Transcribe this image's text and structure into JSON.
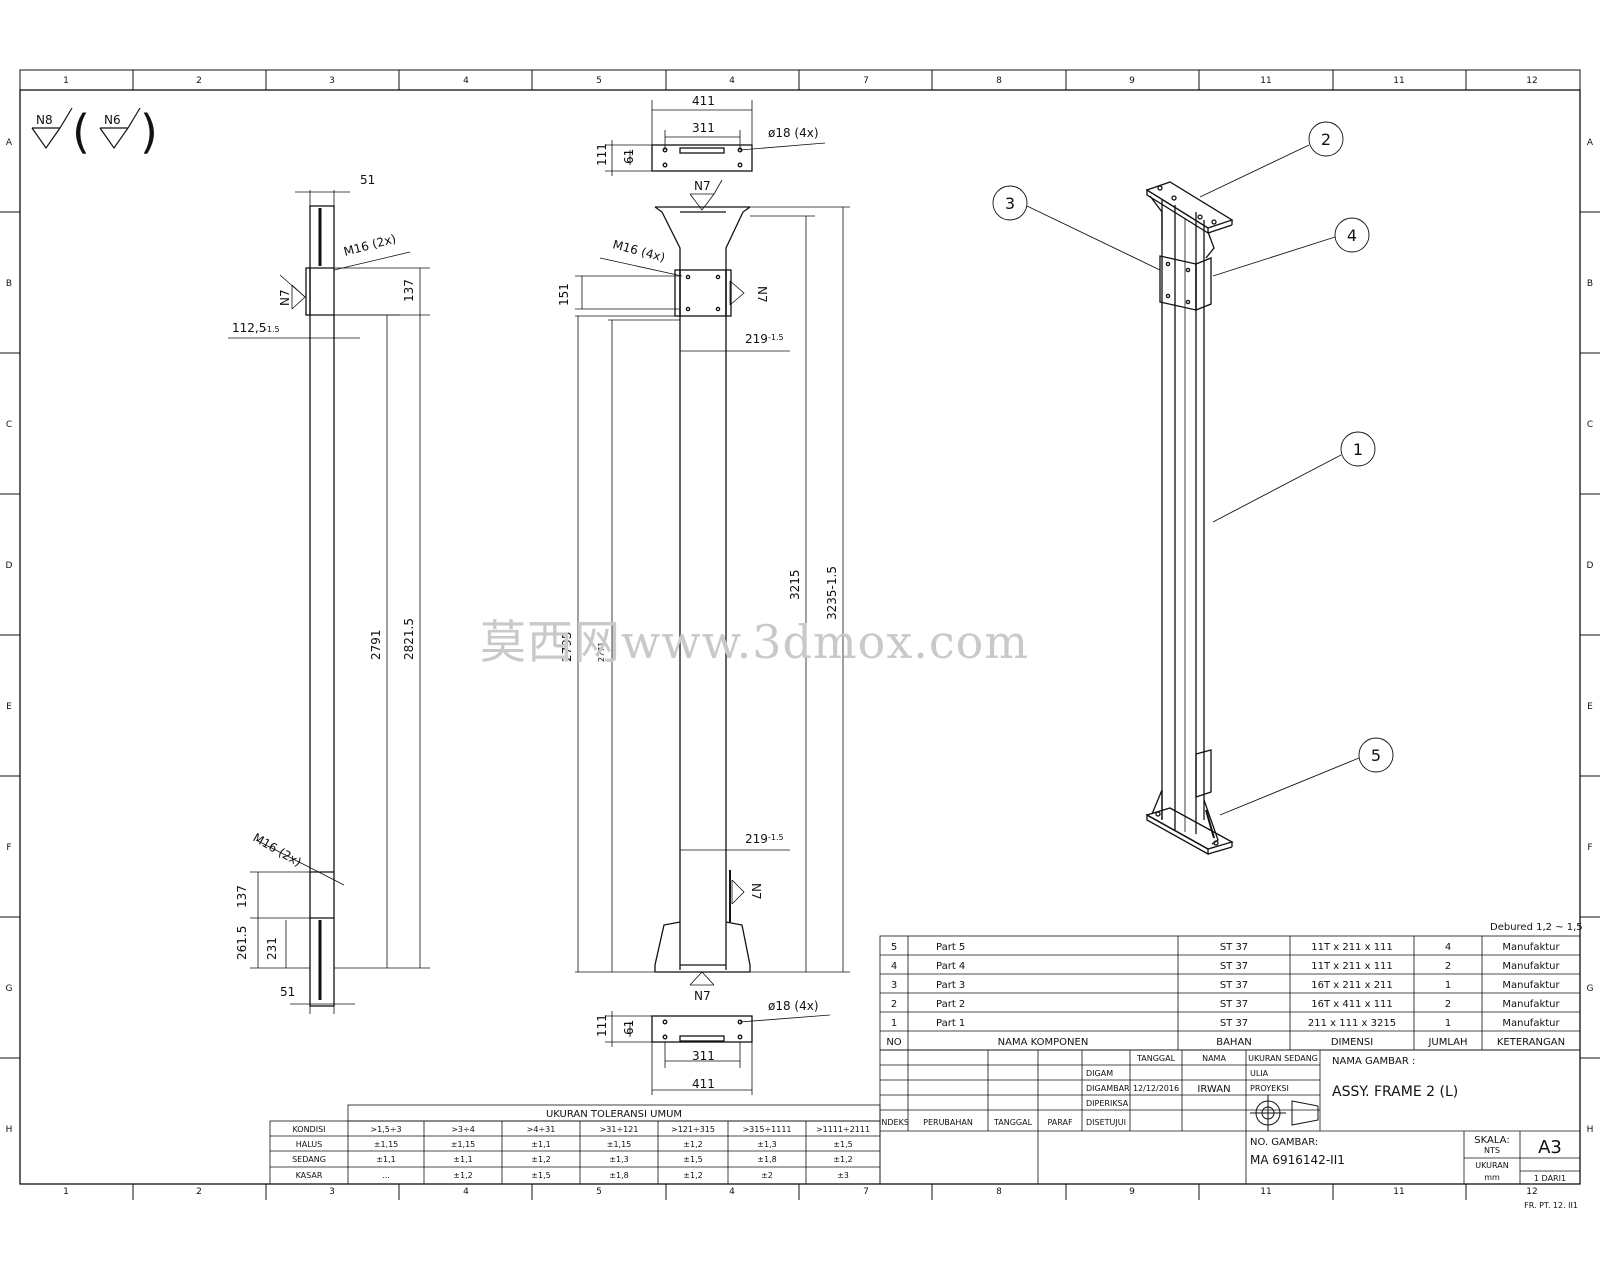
{
  "zones_top": [
    "1",
    "2",
    "3",
    "4",
    "5",
    "4",
    "7",
    "8",
    "9",
    "11",
    "11",
    "12"
  ],
  "zones_bottom": [
    "1",
    "2",
    "3",
    "4",
    "5",
    "4",
    "7",
    "8",
    "9",
    "11",
    "11",
    "12"
  ],
  "zones_side": [
    "A",
    "B",
    "C",
    "D",
    "E",
    "F",
    "G",
    "H"
  ],
  "surface": {
    "primary": "N8",
    "secondary": "N6",
    "n7": "N7"
  },
  "left_view": {
    "width_top": "51",
    "thread_top": "M16 (2x)",
    "h_137_top": "137",
    "offset": "112,5",
    "offset_tol": "-1.5",
    "h_2791": "2791",
    "h_2821": "2821.5",
    "thread_bottom": "M16 (2x)",
    "h_137_bottom": "137",
    "h_261": "261.5",
    "h_231": "231",
    "width_bottom": "51"
  },
  "front_view": {
    "top_411": "411",
    "top_311": "311",
    "top_111": "111",
    "top_61": "61",
    "hole_top": "ø18 (4x)",
    "thread": "M16 (4x)",
    "h_151": "151",
    "w_219_top": "219",
    "w_219_bottom": "219",
    "tol": "-1.5",
    "h_3215": "3215",
    "h_3235": "3235-1.5",
    "h_2795": "2795",
    "h_2771": "2771",
    "hole_bottom": "ø18 (4x)",
    "bot_111": "111",
    "bot_61": "61",
    "bot_311": "311",
    "bot_411": "411"
  },
  "iso_callouts": [
    "1",
    "2",
    "3",
    "4",
    "5"
  ],
  "watermark": "莫西网www.3dmox.com",
  "deburred": "Debured 1,2 ~ 1,5",
  "bom": {
    "rows": [
      {
        "no": "5",
        "name": "Part 5",
        "material": "ST 37",
        "dim": "11T x 211 x 111",
        "qty": "4",
        "note": "Manufaktur"
      },
      {
        "no": "4",
        "name": "Part 4",
        "material": "ST 37",
        "dim": "11T x 211 x 111",
        "qty": "2",
        "note": "Manufaktur"
      },
      {
        "no": "3",
        "name": "Part 3",
        "material": "ST 37",
        "dim": "16T x 211 x 211",
        "qty": "1",
        "note": "Manufaktur"
      },
      {
        "no": "2",
        "name": "Part 2",
        "material": "ST 37",
        "dim": "16T x 411 x 111",
        "qty": "2",
        "note": "Manufaktur"
      },
      {
        "no": "1",
        "name": "Part 1",
        "material": "ST 37",
        "dim": "211 x 111 x 3215",
        "qty": "1",
        "note": "Manufaktur"
      }
    ],
    "headers": {
      "no": "NO",
      "name": "NAMA KOMPONEN",
      "material": "BAHAN",
      "dim": "DIMENSI",
      "qty": "JUMLAH",
      "note": "KETERANGAN"
    }
  },
  "title_block": {
    "col_tanggal": "TANGGAL",
    "col_nama": "NAMA",
    "col_ukuran": "UKURAN SEDANG",
    "r_digam": "DIGAM",
    "r_digambar": "DIGAMBAR",
    "r_diperiksa": "DIPERIKSA",
    "r_disetujui": "DISETUJUI",
    "date": "12/12/2016",
    "drawer": "IRWAN",
    "lbl_ulia": "ULIA",
    "lbl_proyeksi": "PROYEKSI",
    "rev_indeks": "INDEKS",
    "rev_perubahan": "PERUBAHAN",
    "rev_tanggal": "TANGGAL",
    "rev_paraf": "PARAF",
    "nama_gambar_lbl": "NAMA GAMBAR :",
    "nama_gambar": "ASSY. FRAME 2 (L)",
    "no_gambar_lbl": "NO. GAMBAR:",
    "no_gambar": "MA 6916142-II1",
    "skala_lbl": "SKALA:",
    "skala": "NTS",
    "size": "A3",
    "ukuran_lbl": "UKURAN",
    "unit": "mm",
    "sheet": "1 DARI1",
    "form_no": "FR. PT. 12. II1"
  },
  "tolerance": {
    "title": "UKURAN TOLERANSI UMUM",
    "header": [
      "KONDISI",
      ">1,5÷3",
      ">3÷4",
      ">4÷31",
      ">31÷121",
      ">121÷315",
      ">315÷1111",
      ">1111÷2111"
    ],
    "rows": [
      [
        "HALUS",
        "±1,15",
        "±1,15",
        "±1,1",
        "±1,15",
        "±1,2",
        "±1,3",
        "±1,5"
      ],
      [
        "SEDANG",
        "±1,1",
        "±1,1",
        "±1,2",
        "±1,3",
        "±1,5",
        "±1,8",
        "±1,2"
      ],
      [
        "KASAR",
        "...",
        "±1,2",
        "±1,5",
        "±1,8",
        "±1,2",
        "±2",
        "±3"
      ]
    ]
  }
}
